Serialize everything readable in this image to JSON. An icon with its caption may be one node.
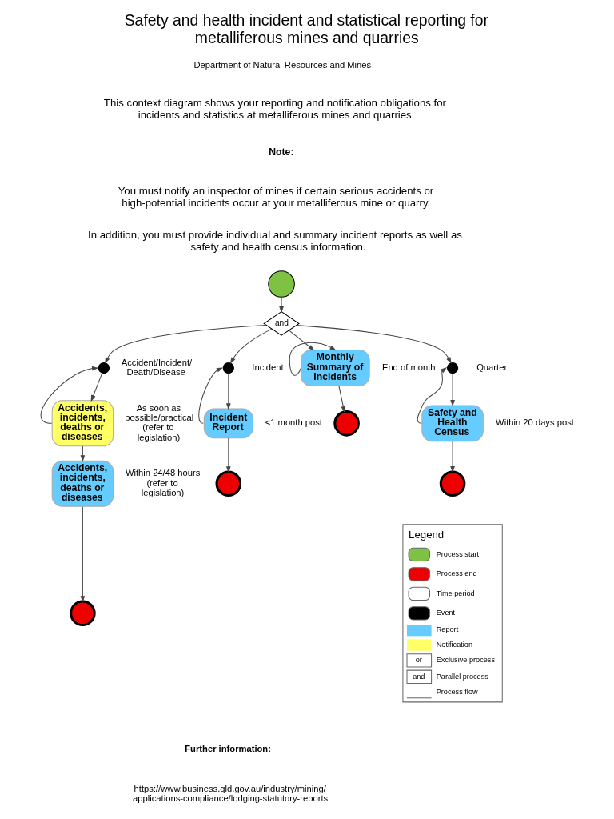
{
  "diagram": {
    "title": "Safety and health incident and statistical reporting for metalliferous mines and quarries",
    "nodes": [
      {
        "text": [],
        "shape": "circle"
      },
      {
        "text": [
          "and"
        ]
      },
      {
        "text": [],
        "shape": "circle",
        "beside": [
          "Accident/Incident/ Death/Disease"
        ]
      },
      {
        "text": [
          "Accidents, incidents, deaths or diseases"
        ],
        "beside": [
          "As soon as possible/practical (refer to legislation)"
        ]
      },
      {
        "text": [
          "Accidents, incidents, deaths or diseases"
        ],
        "beside": [
          "Within 24/48 hours (refer to legislation)"
        ]
      },
      {
        "text": [],
        "shape": "circle"
      },
      {
        "text": [],
        "shape": "circle",
        "beside": [
          "Incident"
        ]
      },
      {
        "text": [
          "Incident Report"
        ],
        "beside": [
          "<1 month post"
        ]
      },
      {
        "text": [],
        "shape": "circle"
      },
      {
        "text": [
          "Monthly Summary of Incidents"
        ],
        "beside": [
          "End of month"
        ]
      },
      {
        "text": [],
        "shape": "circle"
      },
      {
        "text": [],
        "shape": "circle",
        "beside": [
          "Quarter"
        ]
      },
      {
        "text": [
          "Safety and Health Census"
        ],
        "beside": [
          "Within 20 days post"
        ]
      },
      {
        "text": [],
        "shape": "circle"
      }
    ],
    "edges": [
      {
        "from": 0,
        "to": 1,
        "arrow": "to"
      },
      {
        "from": 1,
        "to": 2,
        "arrow": "to"
      },
      {
        "from": 1,
        "to": 6,
        "arrow": "to"
      },
      {
        "from": 1,
        "to": 9,
        "arrow": "to"
      },
      {
        "from": 1,
        "to": 11,
        "arrow": "to"
      },
      {
        "from": 2,
        "to": 3,
        "arrow": "to"
      },
      {
        "from": 3,
        "to": 2,
        "arrow": "to"
      },
      {
        "from": 3,
        "to": 4,
        "arrow": "to"
      },
      {
        "from": 4,
        "to": 5,
        "arrow": "to"
      },
      {
        "from": 6,
        "to": 7,
        "arrow": "to"
      },
      {
        "from": 7,
        "to": 6,
        "arrow": "to"
      },
      {
        "from": 7,
        "to": 8,
        "arrow": "to"
      },
      {
        "from": 9,
        "to": 9,
        "arrow": "to"
      },
      {
        "from": 9,
        "to": 10,
        "arrow": "to"
      },
      {
        "from": 11,
        "to": 12,
        "arrow": "to"
      },
      {
        "from": 12,
        "to": 11,
        "arrow": "to"
      },
      {
        "from": 12,
        "to": 13,
        "arrow": "to"
      }
    ],
    "labels": [
      "Department of Natural Resources and Mines",
      "This context diagram shows your reporting and notification obligations for incidents and statistics at metalliferous mines and quarries.",
      "Note:",
      "You must notify an inspector of mines if certain serious accidents or high-potential incidents occur at your metalliferous mine or quarry.",
      "In addition, you must provide individual and summary incident reports as well as safety and health census information.",
      "Legend",
      "or",
      "and",
      "Further information:",
      "https://www.business.qld.gov.au/industry/mining/ applications-compliance/lodging-statutory-reports"
    ],
    "legend": [
      {
        "text": "Process start"
      },
      {
        "text": "Process end"
      },
      {
        "text": "Time period"
      },
      {
        "text": "Event"
      },
      {
        "text": "Report",
        "color": "#66ccff"
      },
      {
        "text": "Notification",
        "color": "#ffff66"
      },
      {
        "text": "Exclusive process"
      },
      {
        "text": "Parallel process"
      },
      {
        "text": "Process flow"
      }
    ]
  }
}
